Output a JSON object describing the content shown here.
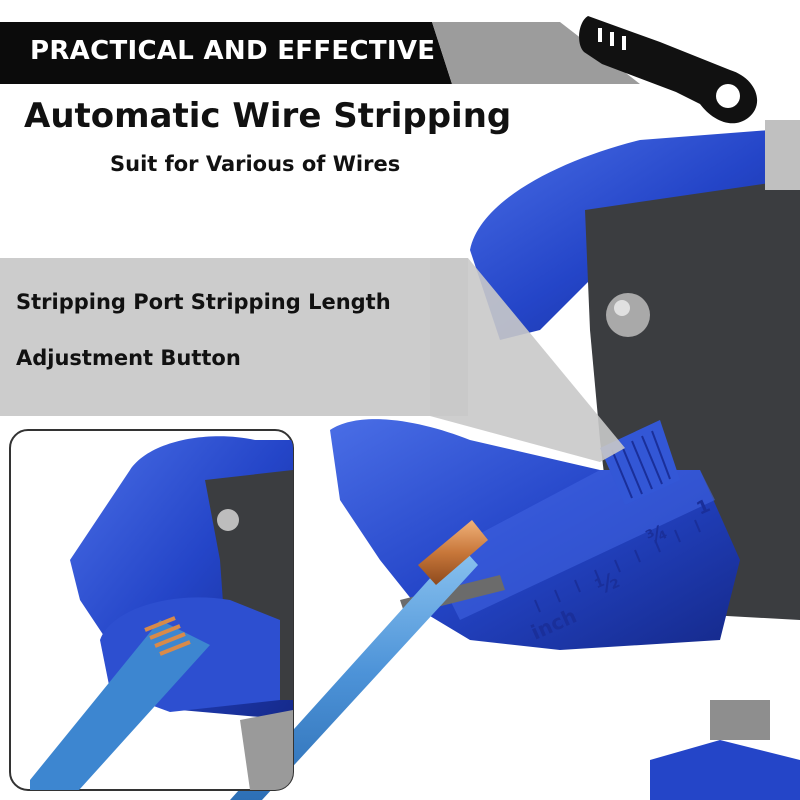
{
  "banner": {
    "text": "PRACTICAL AND EFFECTIVE"
  },
  "title": "Automatic Wire Stripping",
  "subtitle": "Suit for Various of Wires",
  "callout": {
    "line1": "Stripping Port  Stripping Length",
    "line2": "Adjustment Button"
  },
  "scale": {
    "unit": "inch",
    "half": "½",
    "three_quarter": "¾",
    "one": "1"
  },
  "colors": {
    "banner_bg": "#0b0b0b",
    "callout_bg": "#c9c9c9",
    "tool_blue": "#2445c8",
    "tool_blue_light": "#3f62e0",
    "tool_blue_dark": "#142a8a",
    "plate_grey": "#3b3d40",
    "copper": "#c8773a",
    "wire_blue": "#4d93d8"
  },
  "icons": {
    "tool_icon": "wire-stripper-tool-icon"
  }
}
